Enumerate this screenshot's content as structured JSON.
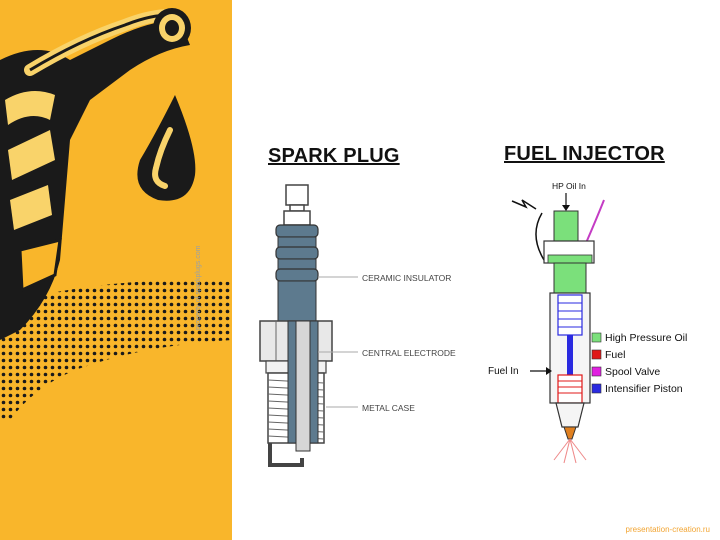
{
  "slide": {
    "spark_plug_title": "SPARK PLUG",
    "fuel_injector_title": "FUEL INJECTOR",
    "footer_credit": "presentation-creation.ru"
  },
  "spark_plug": {
    "credit": "property of sparkplugs.com",
    "labels": [
      "CERAMIC INSULATOR",
      "CENTRAL ELECTRODE",
      "METAL CASE"
    ]
  },
  "fuel_injector": {
    "top_label": "HP Oil In",
    "side_label": "Fuel In",
    "legend": [
      {
        "label": "High Pressure Oil",
        "color": "#7be07b"
      },
      {
        "label": "Fuel",
        "color": "#e01818"
      },
      {
        "label": "Spool Valve",
        "color": "#e020e0"
      },
      {
        "label": "Intensifier Piston",
        "color": "#2a2ae0"
      }
    ]
  },
  "colors": {
    "accent_yellow": "#f9b62b",
    "insulator_blue": "#5d7a8e",
    "dark": "#1a1a1a"
  }
}
